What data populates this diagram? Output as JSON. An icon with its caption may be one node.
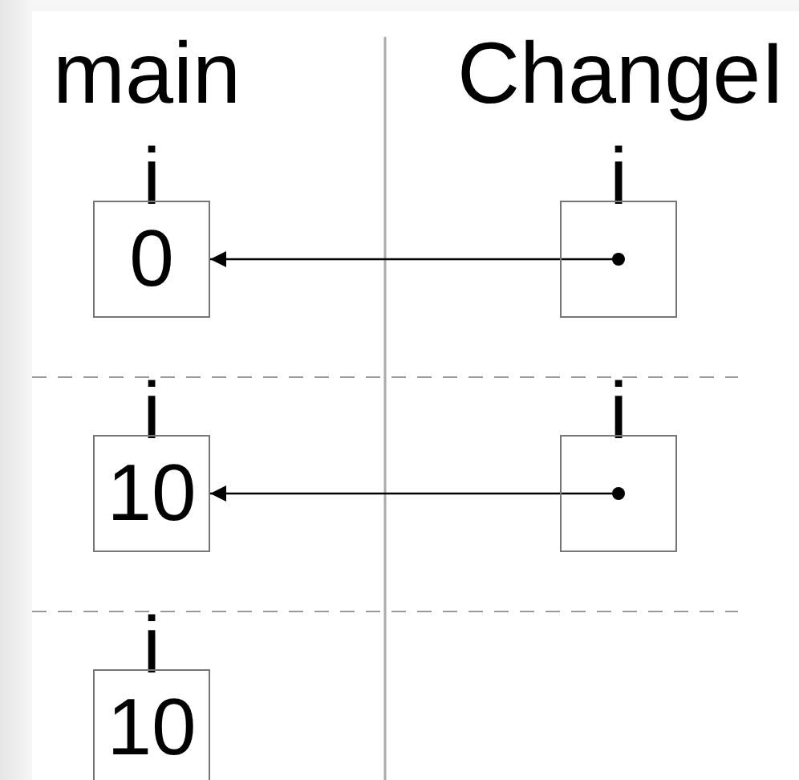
{
  "diagram": {
    "nodes": [
      {
        "text": [
          "i",
          "0"
        ]
      },
      {
        "text": [
          "i"
        ]
      },
      {
        "text": [
          "i",
          "10"
        ]
      },
      {
        "text": [
          "i"
        ]
      },
      {
        "text": [
          "i",
          "10"
        ]
      }
    ],
    "edges": [
      {
        "from": 1,
        "to": 0,
        "arrow": "to"
      },
      {
        "from": 3,
        "to": 2,
        "arrow": "to"
      }
    ],
    "labels": [
      "main",
      "ChangeI"
    ]
  }
}
